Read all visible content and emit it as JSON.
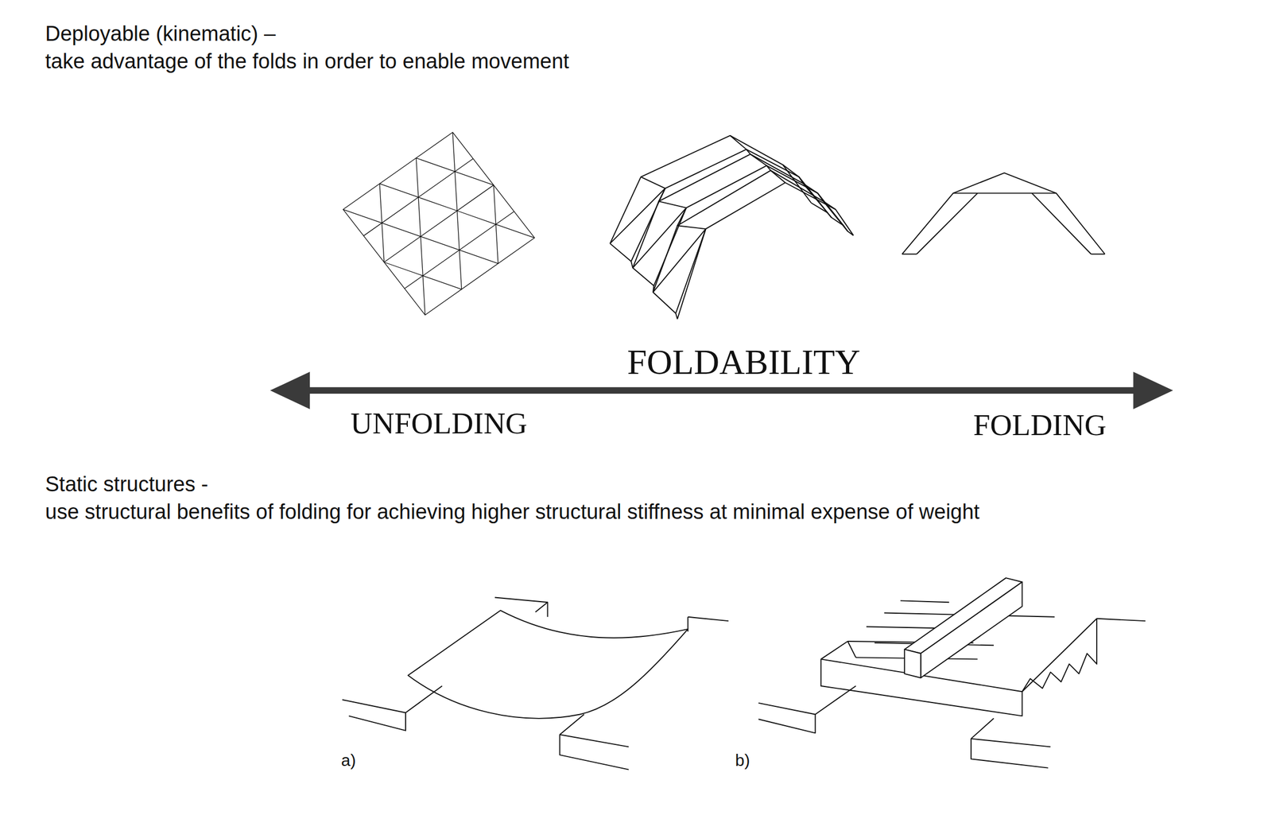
{
  "diagram": {
    "labels": [
      "Deployable (kinematic) –",
      "take advantage of the folds in order to enable movement",
      "FOLDABILITY",
      "UNFOLDING",
      "FOLDING",
      "Static structures -",
      "use structural benefits of folding for achieving higher structural stiffness at minimal expense of weight",
      "a)",
      "b)"
    ]
  }
}
